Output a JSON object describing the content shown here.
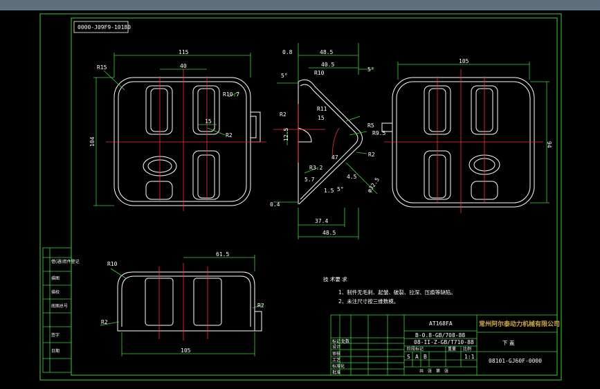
{
  "drawing_number_rotated": "0000-J09F9-10180",
  "colors": {
    "sheet": "#000000",
    "frame": "#3fd33f",
    "outline": "#ffffff",
    "centerline": "#ff3030",
    "dimension": "#3fd33f",
    "dim_text": "#ffffff",
    "company_text": "#c9a64b"
  },
  "front_view": {
    "dims": {
      "width": "115",
      "inner": "40",
      "slot": "15",
      "height": "104",
      "r_corner": "R15",
      "r_inner": "R10.7",
      "r_small": "R2"
    }
  },
  "section_view": {
    "dims": {
      "top_small": "0.8",
      "top_width": "48.5",
      "top_mid": "40.5",
      "angle_left": "5°",
      "angle_right": "5°",
      "r10": "R10",
      "r2_left": "R2",
      "r11": "R11",
      "d15": "15",
      "d12_5": "12.5",
      "r5": "R5",
      "r9_5": "R9.5",
      "d47": "47",
      "r2_right": "R2",
      "r3_2": "R3.2",
      "d5_7": "5.7",
      "d1_5": "1.5",
      "angle_bottom": "5°",
      "d4_5": "4.5",
      "d32_5": "φ32.5",
      "d0_4": "0.4",
      "d37_4": "37.4",
      "bottom_width": "48.5"
    }
  },
  "back_view": {
    "dims": {
      "width": "105",
      "height": "94"
    }
  },
  "bottom_view": {
    "dims": {
      "top": "61.5",
      "r10": "R10",
      "r2_left": "R2",
      "r2_right": "R2",
      "width": "105"
    }
  },
  "tech_notes": {
    "title": "技 术要 求",
    "items": [
      "1、制件无毛刺、起皱、破裂、拉深、压痕等缺陷。",
      "2、未注尺寸按三维数模。"
    ]
  },
  "title_block": {
    "model": "AT168FA",
    "spec1": "B-0.8-GB/708-88",
    "spec2": "08-II-Z-GB/T710-88",
    "company": "常州阿尔泰动力机械有限公司",
    "part_name": "下 盖",
    "drawing_no": "08101-GJ60F-0000",
    "scale": "1:1",
    "stage_cells": [
      "S",
      "A",
      "B"
    ],
    "stage_label": "阶段标记",
    "weight_label": "重量",
    "scale_label": "比例",
    "sheet_info": "共　张　第　张",
    "row_labels": [
      "标记",
      "设计",
      "审核",
      "工艺",
      "处数",
      "标准化",
      "批准"
    ]
  },
  "revision_block": {
    "labels": [
      "借(通)用件登记",
      "描图",
      "描校",
      "底图总号",
      "签字",
      "日期"
    ]
  }
}
